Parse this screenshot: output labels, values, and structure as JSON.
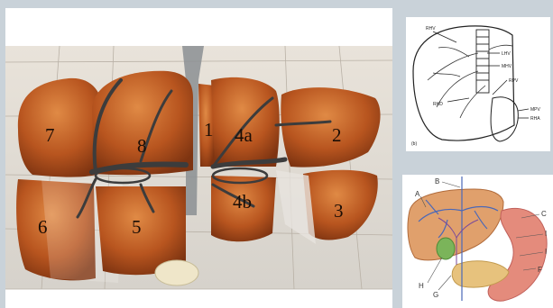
{
  "liver_segments": {
    "s1": "1",
    "s2": "2",
    "s3": "3",
    "s4a": "4a",
    "s4b": "4b",
    "s5": "5",
    "s6": "6",
    "s7": "7",
    "s8": "8"
  },
  "hepatic_veins_diagram": {
    "labels": {
      "rhv": "RHV",
      "lhv": "LHV",
      "mhv": "MHV",
      "rpv": "RPV",
      "rhd": "RHD",
      "mpv": "MPV",
      "rha": "RHA",
      "panel": "(b)"
    }
  },
  "biliary_diagram": {
    "labels": {
      "a": "A",
      "b": "B",
      "c": "C",
      "d": "I",
      "e": "I",
      "f": "F",
      "g": "G",
      "h": "H"
    }
  },
  "colors": {
    "background": "#c9d2d9",
    "liver": "#b8551f",
    "liver_light": "#d27a3c",
    "vessel": "#3c3c3c"
  }
}
